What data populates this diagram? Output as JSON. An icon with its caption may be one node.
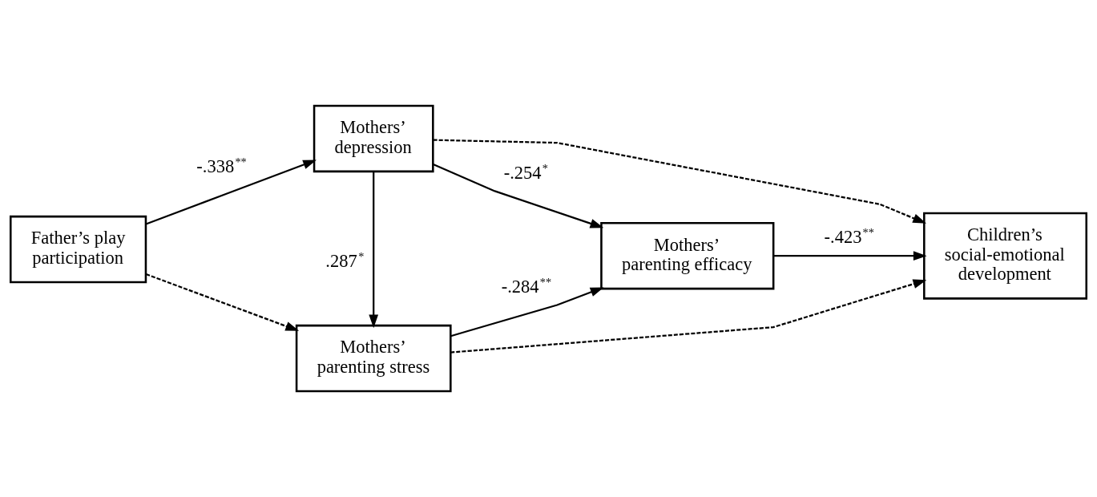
{
  "diagram": {
    "nodes": [
      {
        "text": [
          "Father’s play participation"
        ]
      },
      {
        "text": [
          "Mothers’ depression"
        ]
      },
      {
        "text": [
          "Mothers’ parenting stress"
        ]
      },
      {
        "text": [
          "Mothers’ parenting efficacy"
        ]
      },
      {
        "text": [
          "Children’s social-emotional development"
        ]
      }
    ],
    "edges": [
      {
        "from": 0,
        "to": 1,
        "arrow": "to",
        "label": "-.338$^{**}$"
      },
      {
        "from": 0,
        "to": 2,
        "arrow": "to",
        "style": "dashed"
      },
      {
        "from": 1,
        "to": 2,
        "arrow": "to",
        "label": ".287$^{*}$"
      },
      {
        "from": 1,
        "to": 3,
        "arrow": "to",
        "label": "-.254$^{*}$"
      },
      {
        "from": 1,
        "to": 4,
        "arrow": "to",
        "style": "dashed"
      },
      {
        "from": 2,
        "to": 3,
        "arrow": "to",
        "label": "-.284$^{**}$"
      },
      {
        "from": 2,
        "to": 4,
        "arrow": "to",
        "style": "dashed"
      },
      {
        "from": 3,
        "to": 4,
        "arrow": "to",
        "label": "-.423$^{**}$"
      }
    ]
  }
}
